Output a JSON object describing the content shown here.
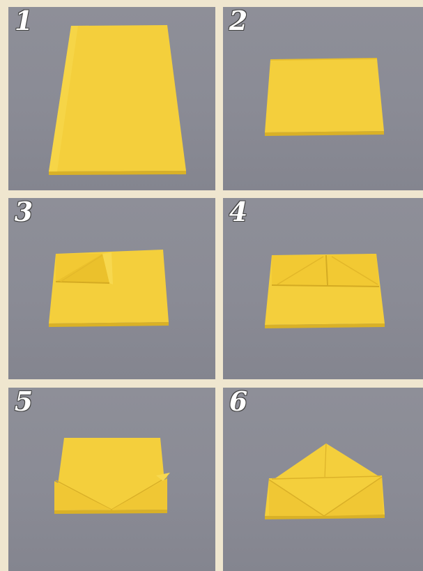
{
  "steps": [
    {
      "label": "1"
    },
    {
      "label": "2"
    },
    {
      "label": "3"
    },
    {
      "label": "4"
    },
    {
      "label": "5"
    },
    {
      "label": "6"
    }
  ],
  "colors": {
    "background": "#efe6cf",
    "panel": "#8a8b95",
    "napkin": "#f4cf3c",
    "napkin_shadow": "#e0b82a",
    "number_fill": "#ffffff"
  }
}
